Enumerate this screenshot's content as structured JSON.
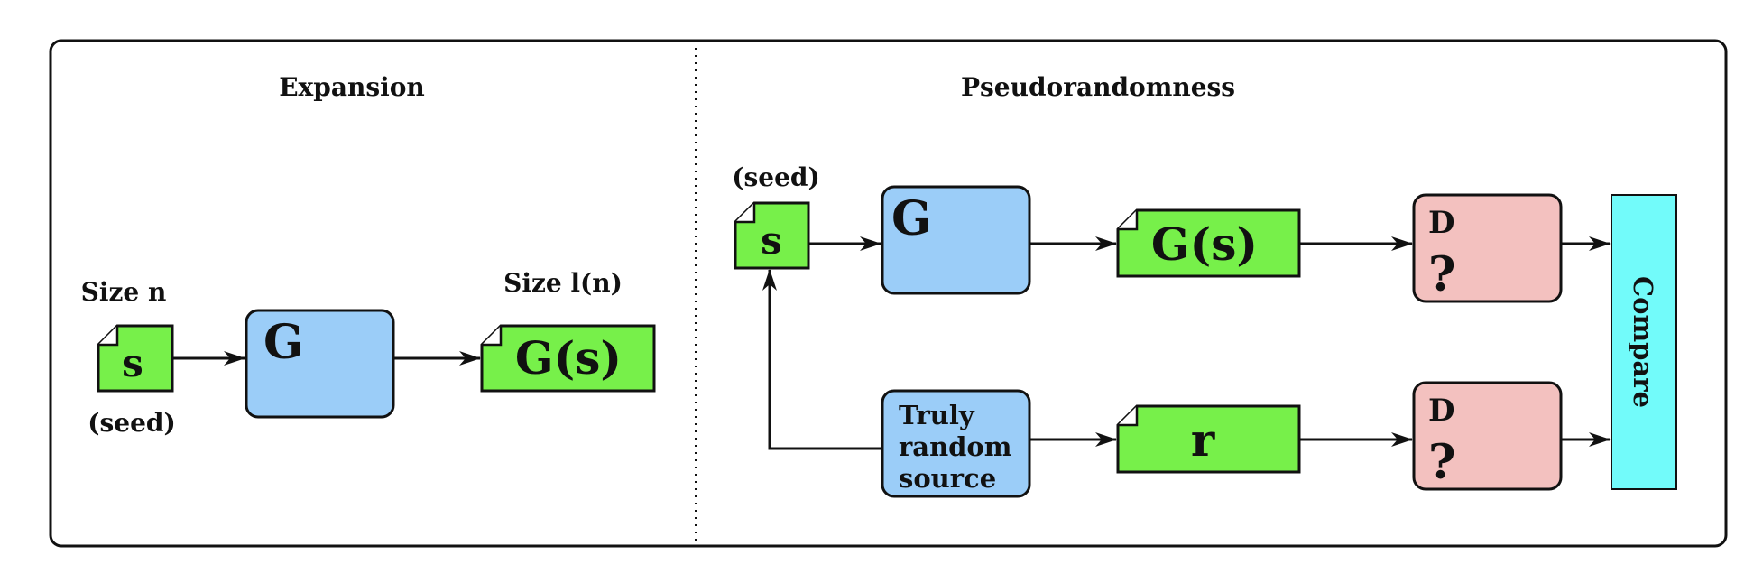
{
  "panels": {
    "expansion": {
      "title": "Expansion",
      "size_in": "Size n",
      "size_out": "Size l(n)",
      "seed_note": "(seed)",
      "seed_box": "s",
      "generator": "G",
      "output": "G(s)"
    },
    "pseudo": {
      "title": "Pseudorandomness",
      "seed_note": "(seed)",
      "seed_box": "s",
      "generator": "G",
      "output_top": "G(s)",
      "source_lines": [
        "Truly",
        "random",
        "source"
      ],
      "output_bottom": "r",
      "distinguisher_label": "D",
      "distinguisher_mark": "?",
      "compare": "Compare"
    }
  },
  "colors": {
    "green": "#77f04a",
    "blue": "#9bcdf8",
    "pink": "#f3c1bf",
    "cyan": "#72fbfa",
    "stroke": "#111111"
  }
}
